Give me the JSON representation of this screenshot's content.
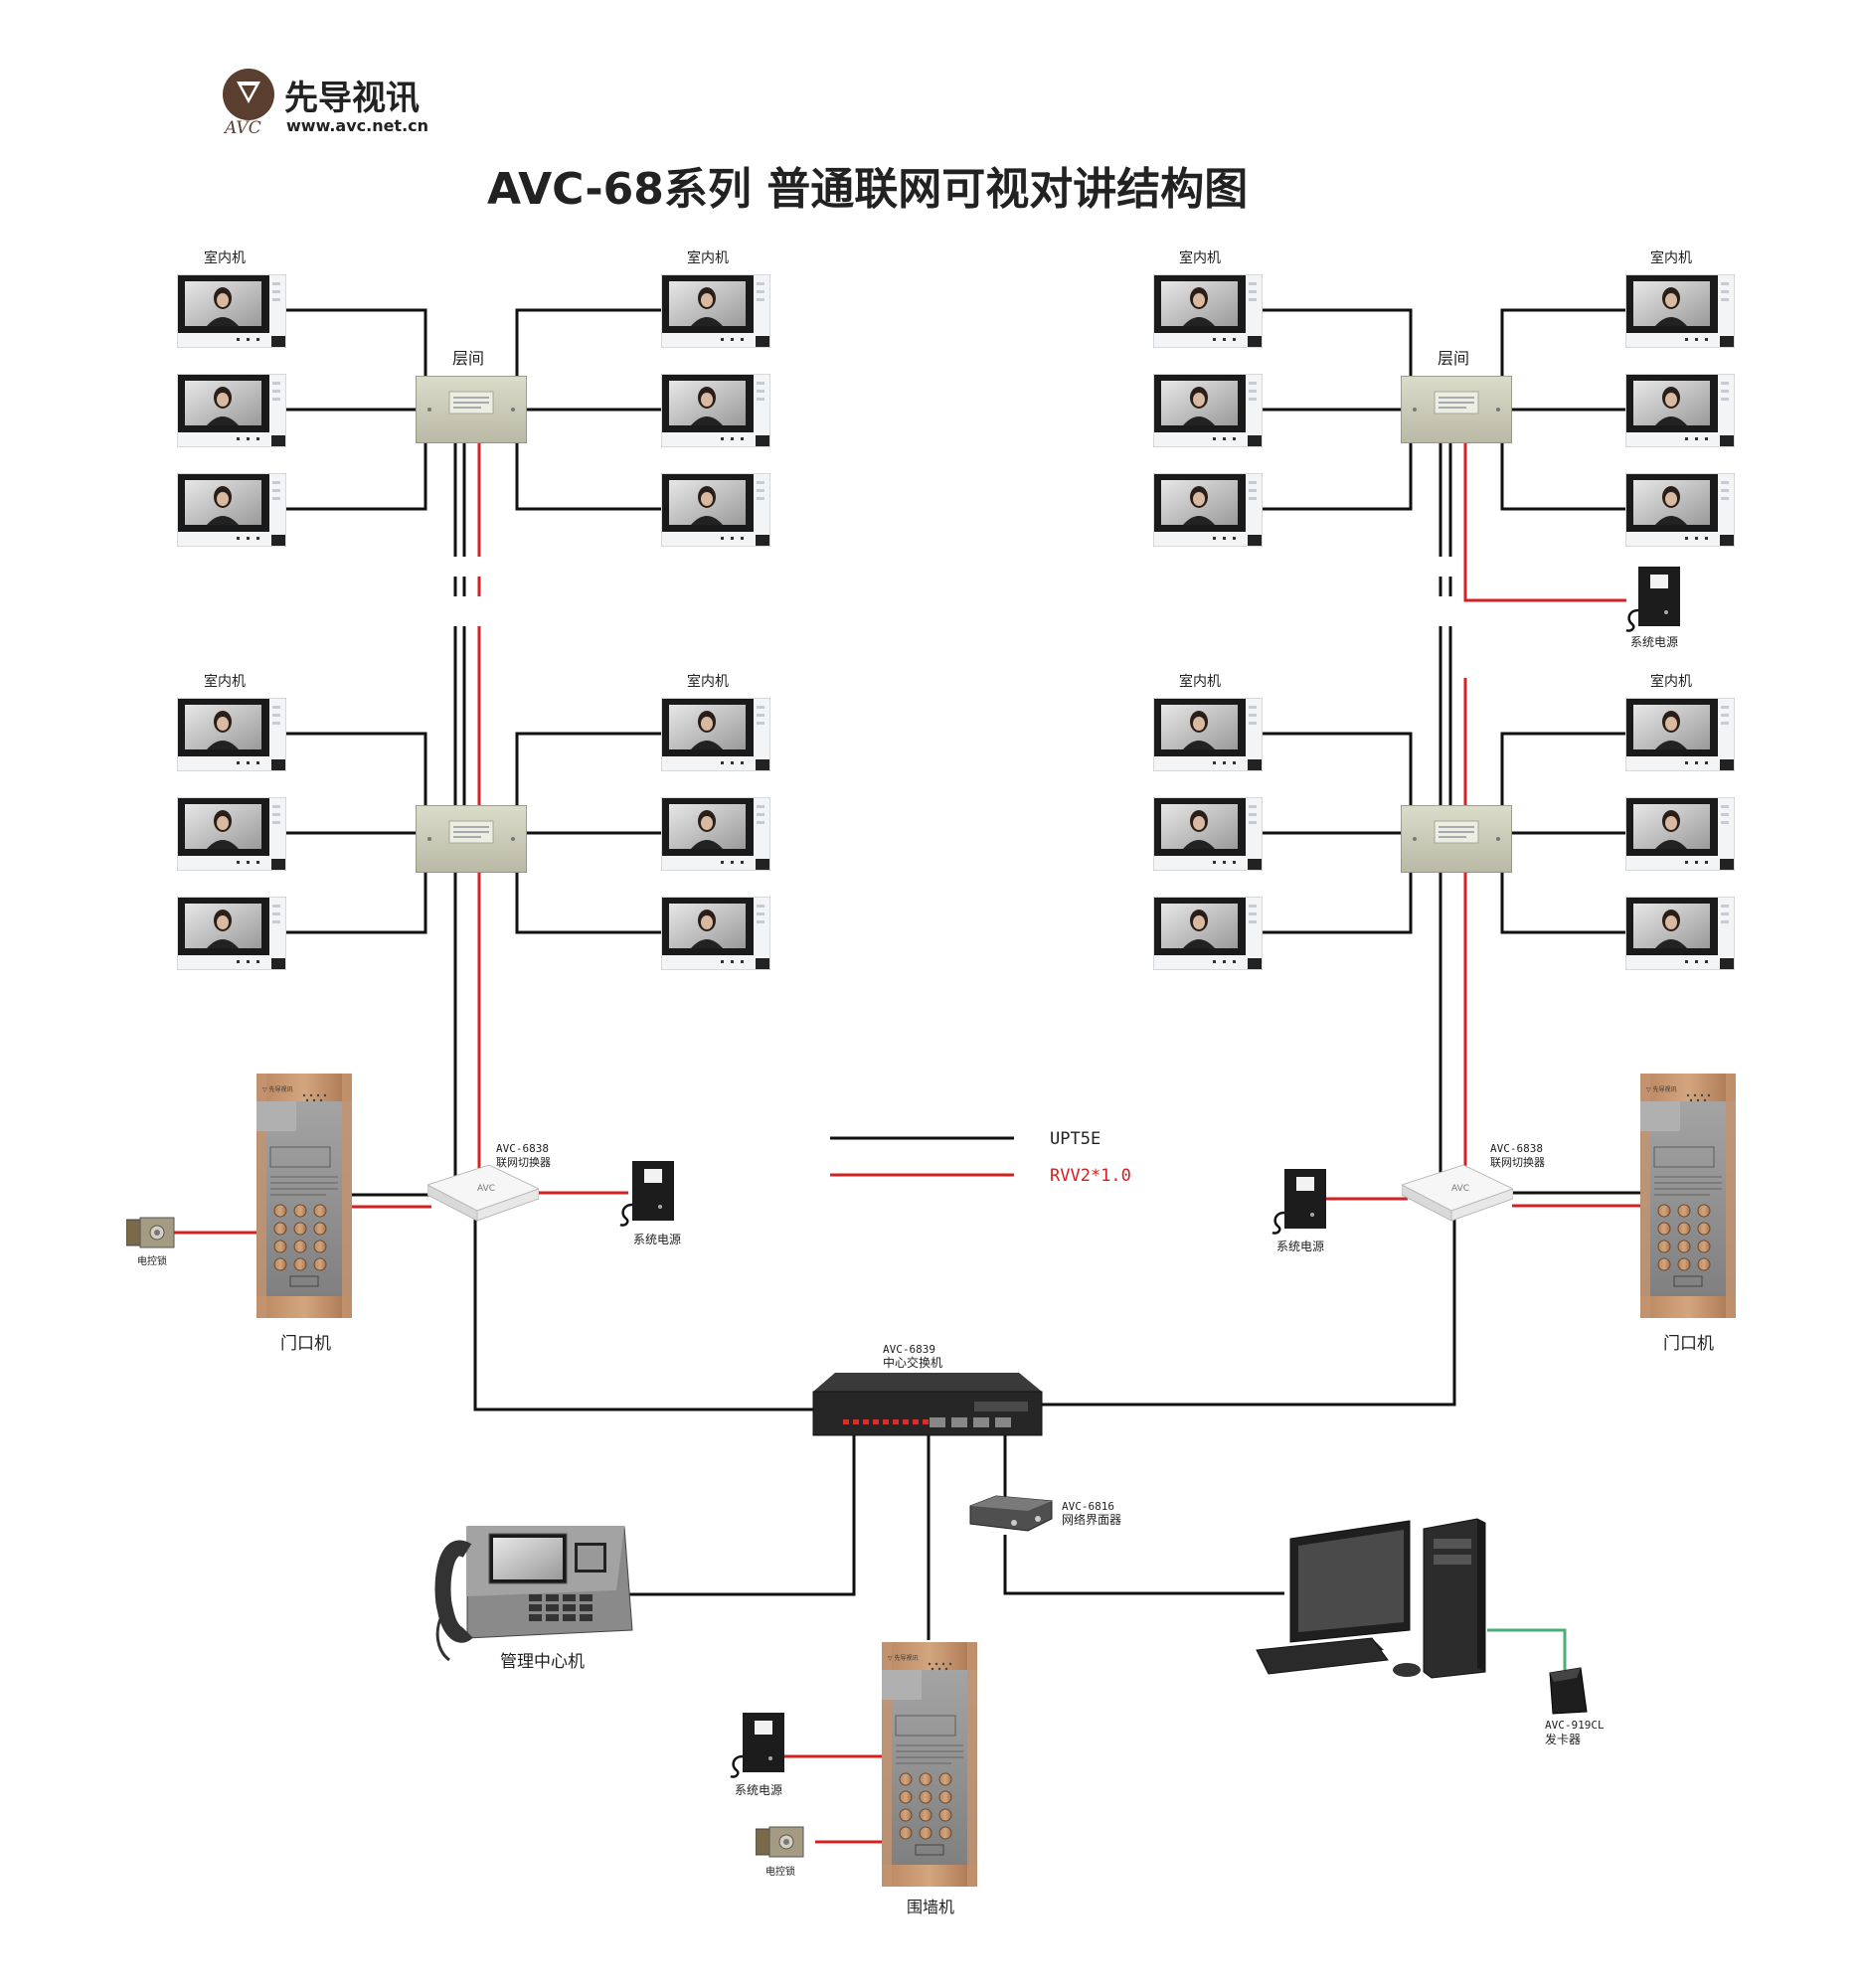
{
  "logo": {
    "brand_cn": "先导视讯",
    "brand_en": "AVC",
    "url": "www.avc.net.cn"
  },
  "title": "AVC-68系列 普通联网可视对讲结构图",
  "labels": {
    "indoor_unit": "室内机",
    "floor_box": "层间",
    "power_supply": "系统电源",
    "electric_lock": "电控锁",
    "door_station": "门口机",
    "switcher_model": "AVC-6838",
    "switcher_name": "联网切换器",
    "center_switch_model": "AVC-6839",
    "center_switch_name": "中心交换机",
    "interface_model": "AVC-6816",
    "interface_name": "网络界面器",
    "management_center": "管理中心机",
    "wall_unit": "围墙机",
    "card_issuer_model": "AVC-919CL",
    "card_issuer_name": "发卡器"
  },
  "legend": [
    {
      "label": "UPT5E",
      "color": "#111111"
    },
    {
      "label": "RVV2*1.0",
      "color": "#d42020"
    }
  ],
  "colors": {
    "signal": "#111111",
    "power": "#d42020",
    "card_link": "#4caf7a"
  }
}
